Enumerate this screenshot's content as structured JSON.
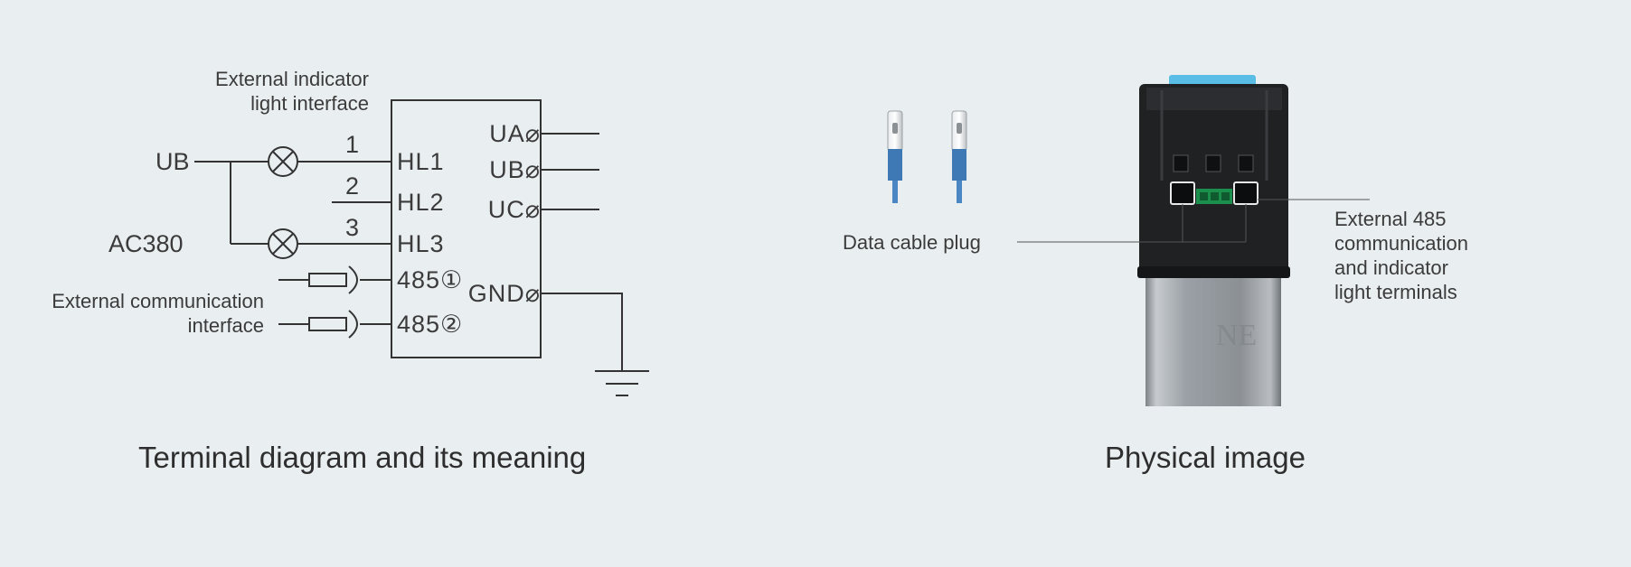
{
  "terminal_diagram": {
    "caption": "Terminal diagram and its meaning",
    "external_indicator_label_line1": "External indicator",
    "external_indicator_label_line2": "light interface",
    "ub_label": "UB",
    "ac380_label": "AC380",
    "external_comm_label_line1": "External communication",
    "external_comm_label_line2": "interface",
    "wire_numbers": [
      "1",
      "2",
      "3"
    ],
    "left_pins": [
      "HL1",
      "HL2",
      "HL3",
      "485①",
      "485②"
    ],
    "right_pins": [
      "UA⌀",
      "UB⌀",
      "UC⌀",
      "GND⌀"
    ]
  },
  "physical_image": {
    "caption": "Physical image",
    "data_cable_plug_label": "Data cable plug",
    "external_485_label_lines": [
      "External 485",
      "communication",
      "and indicator",
      "light terminals"
    ],
    "brand_mark": "NE"
  }
}
